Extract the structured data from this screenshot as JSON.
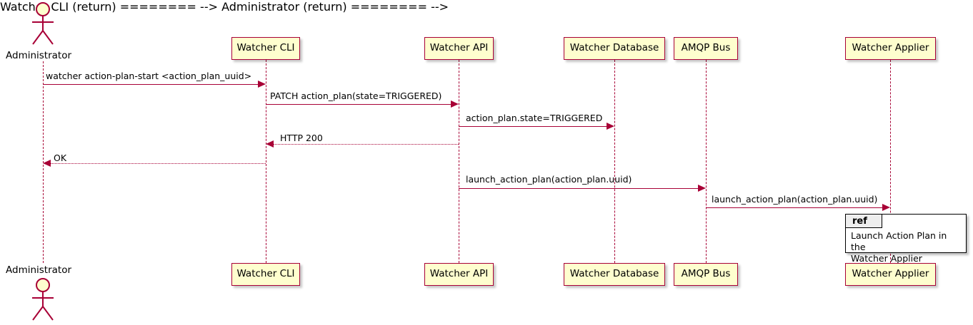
{
  "diagram": {
    "type": "sequence-diagram",
    "title": "",
    "colors": {
      "participant_fill": "#FEFECE",
      "participant_border": "#A80036",
      "line": "#A80036",
      "ref_border": "#000000",
      "ref_tab_fill": "#EEEEEE",
      "background": "#FFFFFF"
    },
    "actors": [
      {
        "name": "Administrator",
        "label": "Administrator",
        "kind": "actor"
      }
    ],
    "participants": [
      {
        "name": "watcher-cli",
        "label": "Watcher CLI"
      },
      {
        "name": "watcher-api",
        "label": "Watcher API"
      },
      {
        "name": "watcher-database",
        "label": "Watcher Database"
      },
      {
        "name": "amqp-bus",
        "label": "AMQP Bus"
      },
      {
        "name": "watcher-applier",
        "label": "Watcher Applier"
      }
    ],
    "messages": [
      {
        "id": "m1",
        "label": "watcher action-plan-start <action_plan_uuid>",
        "from": "Administrator",
        "to": "Watcher CLI",
        "style": "solid",
        "direction": "right"
      },
      {
        "id": "m2",
        "label": "PATCH action_plan(state=TRIGGERED)",
        "from": "Watcher CLI",
        "to": "Watcher API",
        "style": "solid",
        "direction": "right"
      },
      {
        "id": "m3",
        "label": "action_plan.state=TRIGGERED",
        "from": "Watcher API",
        "to": "Watcher Database",
        "style": "solid",
        "direction": "right"
      },
      {
        "id": "m4",
        "label": "HTTP 200",
        "from": "Watcher API",
        "to": "Watcher CLI",
        "style": "dotted",
        "direction": "left"
      },
      {
        "id": "m5",
        "label": "OK",
        "from": "Watcher CLI",
        "to": "Administrator",
        "style": "dotted",
        "direction": "left"
      },
      {
        "id": "m6",
        "label": "launch_action_plan(action_plan.uuid)",
        "from": "Watcher API",
        "to": "AMQP Bus",
        "style": "solid",
        "direction": "right"
      },
      {
        "id": "m7",
        "label": "launch_action_plan(action_plan.uuid)",
        "from": "AMQP Bus",
        "to": "Watcher Applier",
        "style": "solid",
        "direction": "right"
      }
    ],
    "ref": {
      "keyword": "ref",
      "text_line1": "Launch Action Plan in the",
      "text_line2": "Watcher Applier",
      "over": "Watcher Applier"
    }
  }
}
